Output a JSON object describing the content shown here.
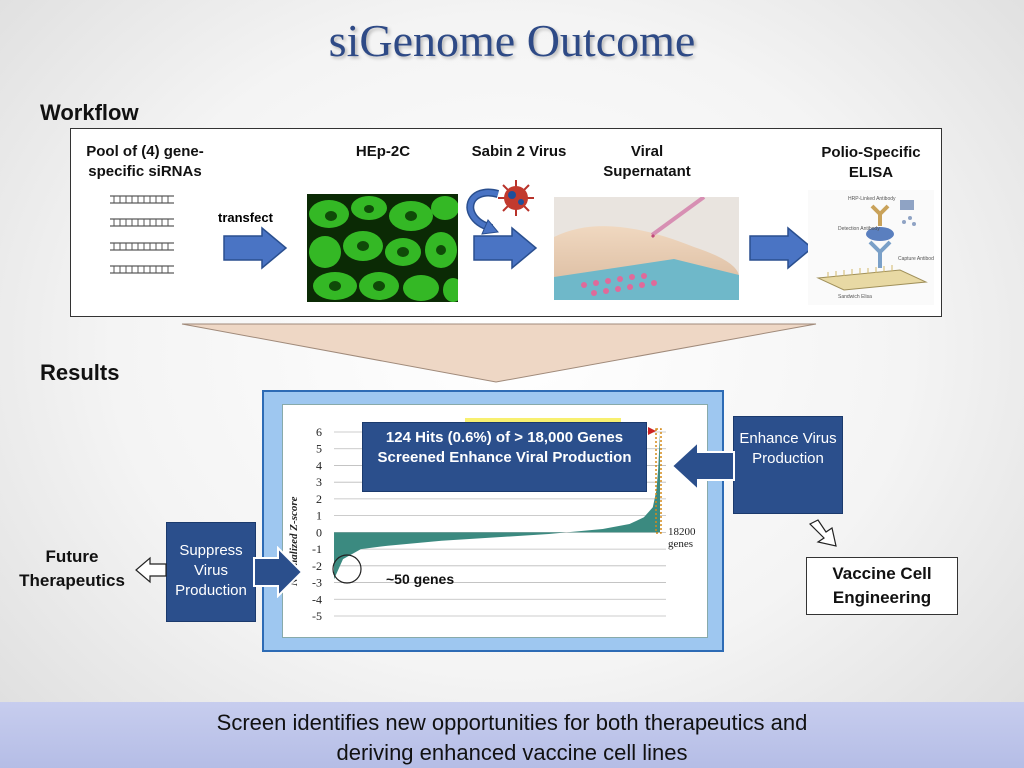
{
  "title": "siGenome Outcome",
  "sections": {
    "workflow": "Workflow",
    "results": "Results"
  },
  "workflow": {
    "pool_label": "Pool of (4) gene-\nspecific siRNAs",
    "transfect_label": "transfect",
    "hep_label": "HEp-2C",
    "sabin_label": "Sabin 2 Virus",
    "viral_label": "Viral\nSupernatant",
    "elisa_label": "Polio-Specific\nELISA"
  },
  "results": {
    "hits_box": "124 Hits (0.6%) of > 18,000 Genes Screened Enhance  Viral Production",
    "enhance_box": "Enhance Virus Production",
    "suppress_box": "Suppress Virus Production",
    "vaccine_box": "Vaccine Cell Engineering",
    "future_label": "Future Therapeutics",
    "genes50_label": "~50 genes",
    "end_label_1": "18200",
    "end_label_2": "genes",
    "ylabel": "Normalized Z-score"
  },
  "chart_data": {
    "type": "area",
    "ylabel": "Normalized Z-score",
    "ylim": [
      -5,
      6
    ],
    "yticks": [
      "6",
      "5",
      "4",
      "3",
      "2",
      "1",
      "0",
      "-1",
      "-2",
      "-3",
      "-4",
      "-5"
    ],
    "x": [
      1,
      500,
      1500,
      3000,
      6000,
      9000,
      12000,
      15000,
      16500,
      17300,
      17800,
      18000,
      18100,
      18200
    ],
    "values": [
      -2.8,
      -1.6,
      -1.0,
      -0.8,
      -0.5,
      -0.3,
      -0.1,
      0.2,
      0.5,
      0.9,
      1.5,
      2.5,
      3.8,
      6.0
    ],
    "grid": true
  },
  "footer": {
    "line1": "Screen identifies new opportunities for both therapeutics and",
    "line2": "deriving enhanced vaccine cell lines"
  },
  "colors": {
    "title": "#2e4a86",
    "navy": "#2b4f8c",
    "area": "#3b8a80",
    "arrow": "#4a74c4"
  }
}
